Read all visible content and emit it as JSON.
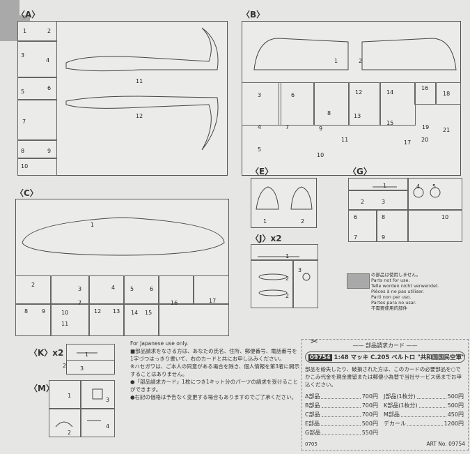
{
  "sprues": {
    "A": {
      "label": "〈A〉",
      "parts": [
        "1",
        "2",
        "3",
        "4",
        "5",
        "6",
        "7",
        "8",
        "9",
        "10",
        "11",
        "12"
      ]
    },
    "B": {
      "label": "〈B〉",
      "parts": [
        "1",
        "2",
        "3",
        "6",
        "8",
        "12",
        "14",
        "16",
        "18",
        "4",
        "5",
        "7",
        "9",
        "10",
        "11",
        "13",
        "15",
        "17",
        "19",
        "20",
        "21"
      ]
    },
    "C": {
      "label": "〈C〉",
      "parts": [
        "1",
        "2",
        "3",
        "4",
        "5",
        "6",
        "7",
        "8",
        "9",
        "10",
        "11",
        "12",
        "13",
        "14",
        "15",
        "16",
        "17"
      ]
    },
    "E": {
      "label": "〈E〉",
      "parts": [
        "1",
        "2"
      ]
    },
    "G": {
      "label": "〈G〉",
      "parts": [
        "1",
        "2",
        "3",
        "4",
        "5",
        "6",
        "7",
        "8",
        "9",
        "10"
      ]
    },
    "J": {
      "label": "〈J〉x2",
      "parts": [
        "1",
        "2",
        "2",
        "3"
      ]
    },
    "K": {
      "label": "〈K〉x2",
      "parts": [
        "1",
        "2",
        "3"
      ]
    },
    "M": {
      "label": "〈M〉",
      "parts": [
        "1",
        "2",
        "3",
        "4"
      ]
    }
  },
  "legend": {
    "lines": [
      "の部品は使用しません。",
      "Parts not for use.",
      "Telle worden nicht verwendet.",
      "Pièces à ne pas utiliser.",
      "Parti non per uso.",
      "Partes para no usar.",
      "不需要使用的部件"
    ]
  },
  "info": {
    "title": "For Japanese use only.",
    "paragraphs": [
      "■部品請求をなさる方は、あなたの氏名、住所、郵便番号、電話番号を1字づつはっきり書いて、右のカードと共にお申し込みください。",
      "※ハセガワは、ご本人の同意がある場合を除き、個人情報を第3者に開示することはありません。",
      "●「部品請求カード」1枚につき1キット分のパーツの請求を受けることができます。",
      "●右記の価格は予告なく変更する場合もありますのでご了承ください。"
    ]
  },
  "card": {
    "title": "—— 部品請求カード ——",
    "code": "09754",
    "product": "1:48 マッキ C.205 ベルトロ \"共和国国民空軍\"",
    "desc": "部品を紛失したり、破損された方は、このカードの必要部品を○でかこみ代金を現金書留または郵便小為替で当社サービス係までお申込ください。",
    "prices_left": [
      {
        "part": "A部品",
        "price": "700円"
      },
      {
        "part": "B部品",
        "price": "700円"
      },
      {
        "part": "C部品",
        "price": "700円"
      },
      {
        "part": "E部品",
        "price": "500円"
      },
      {
        "part": "G部品",
        "price": "550円"
      }
    ],
    "prices_right": [
      {
        "part": "J部品(1枚分)",
        "price": "500円"
      },
      {
        "part": "K部品(1枚分)",
        "price": "500円"
      },
      {
        "part": "M部品",
        "price": "450円"
      },
      {
        "part": "デカール",
        "price": "1200円"
      }
    ],
    "footer_left": "0705",
    "footer_right": "ART No. 09754"
  },
  "colors": {
    "unused": "#a9a9a9",
    "line": "#555555"
  }
}
